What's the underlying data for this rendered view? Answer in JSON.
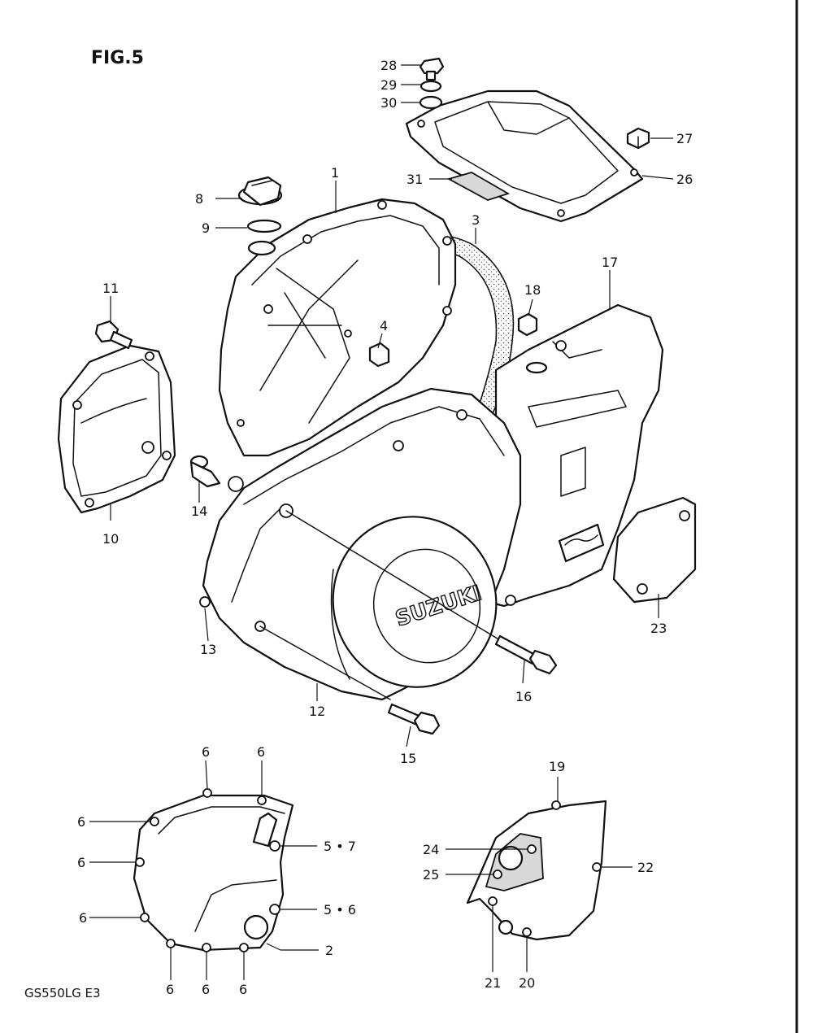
{
  "figure": {
    "title": "FIG.5",
    "model_code": "GS550LG  E3",
    "brand_emblem": "SUZUKI"
  },
  "callouts": {
    "c1": "1",
    "c2": "2",
    "c3": "3",
    "c4": "4",
    "c5_6": "5 • 6",
    "c5_7": "5 • 7",
    "c6a": "6",
    "c6b": "6",
    "c6c": "6",
    "c6d": "6",
    "c6e": "6",
    "c6f": "6",
    "c6g": "6",
    "c6h": "6",
    "c8": "8",
    "c9": "9",
    "c10": "10",
    "c11": "11",
    "c12": "12",
    "c13": "13",
    "c14": "14",
    "c15": "15",
    "c16": "16",
    "c17": "17",
    "c18": "18",
    "c19": "19",
    "c20": "20",
    "c21": "21",
    "c22": "22",
    "c23": "23",
    "c24": "24",
    "c25": "25",
    "c26": "26",
    "c27": "27",
    "c28": "28",
    "c29": "29",
    "c30": "30",
    "c31": "31"
  }
}
